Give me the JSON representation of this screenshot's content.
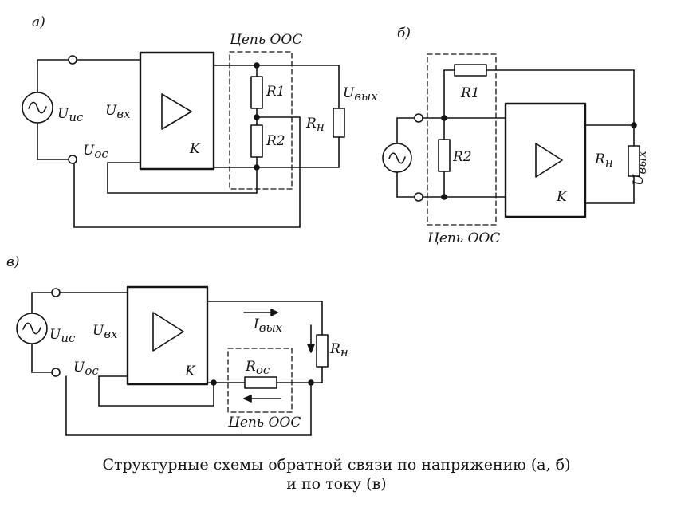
{
  "diagram_a": {
    "tag": "а)",
    "feedback_label": "Цепь ООС",
    "source_label": "U",
    "source_sub": "ис",
    "input_label": "U",
    "input_sub": "вх",
    "feedback_voltage_label": "U",
    "feedback_voltage_sub": "ос",
    "amp_label": "K",
    "r1": "R1",
    "r2": "R2",
    "load_label": "R",
    "load_sub": "н",
    "output_label": "U",
    "output_sub": "вых"
  },
  "diagram_b": {
    "tag": "б)",
    "feedback_label": "Цепь ООС",
    "r1": "R1",
    "r2": "R2",
    "amp_label": "K",
    "load_label": "R",
    "load_sub": "н",
    "output_label": "U",
    "output_sub": "вых"
  },
  "diagram_c": {
    "tag": "в)",
    "feedback_label": "Цепь ООС",
    "source_label": "U",
    "source_sub": "ис",
    "input_label": "U",
    "input_sub": "вх",
    "feedback_voltage_label": "U",
    "feedback_voltage_sub": "ос",
    "amp_label": "K",
    "current_label": "I",
    "current_sub": "вых",
    "roc_label": "R",
    "roc_sub": "ос",
    "load_label": "R",
    "load_sub": "н"
  },
  "caption": {
    "line1": "Структурные схемы обратной связи по напряжению (а, б)",
    "line2": "и по току (в)"
  }
}
